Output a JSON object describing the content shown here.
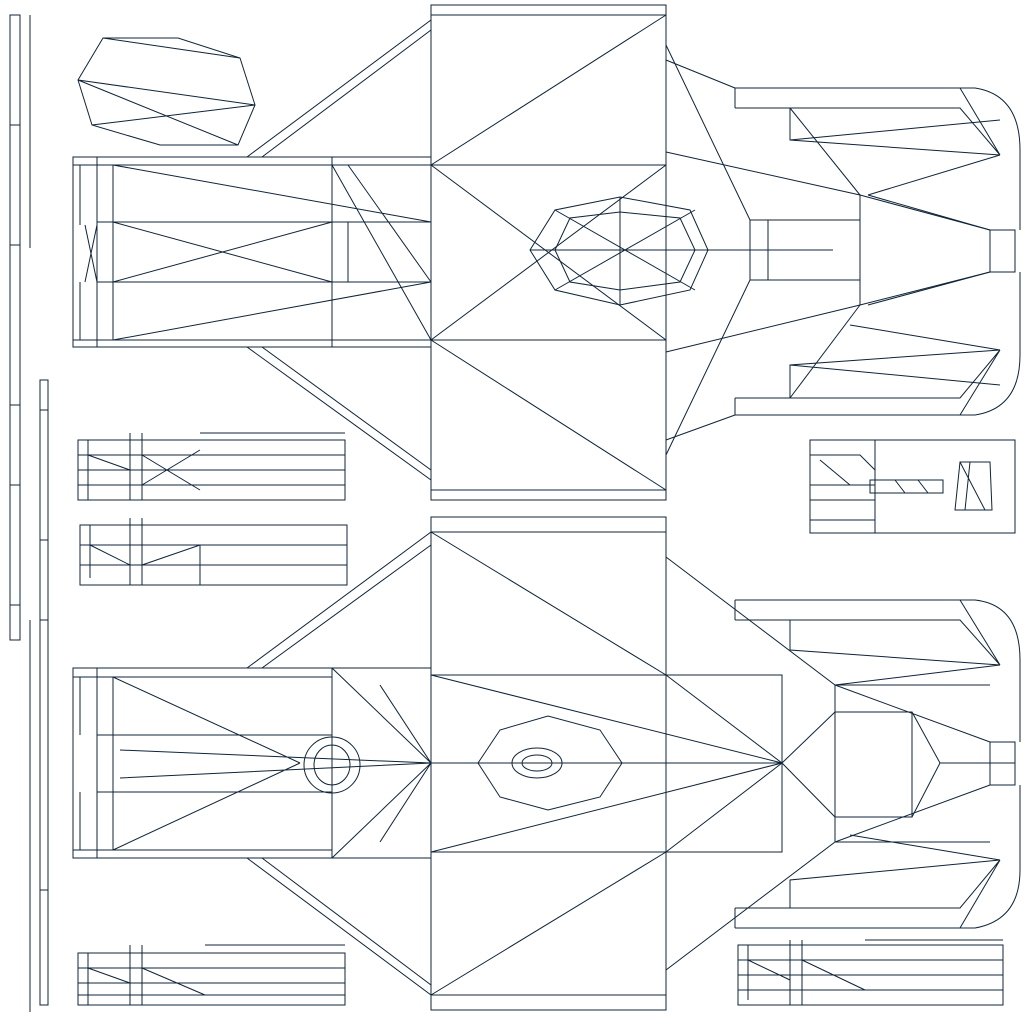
{
  "canvas": {
    "background_color": "#ffffff",
    "line_color": "#0f2438"
  },
  "islands": [
    "top-car-body",
    "bottom-car-body",
    "left-strips",
    "small-parts"
  ]
}
